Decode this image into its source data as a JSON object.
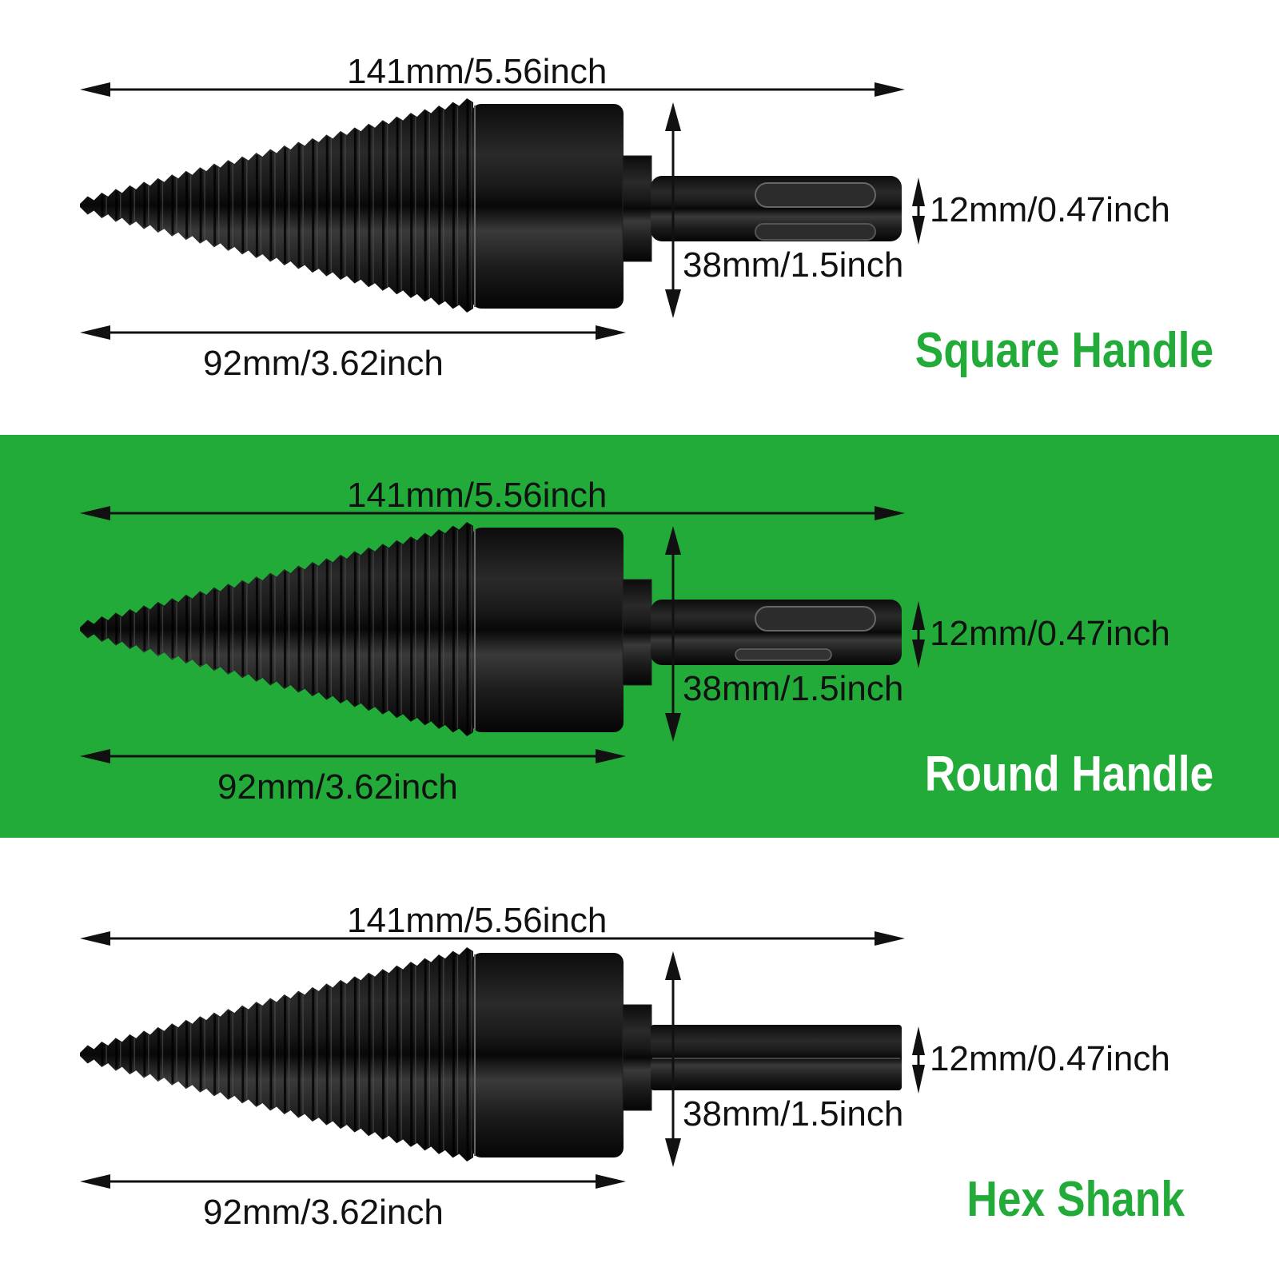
{
  "colors": {
    "accent": "#22ab38",
    "text": "#111111",
    "white": "#ffffff"
  },
  "panels": [
    {
      "title": "Square Handle",
      "title_color": "#22ab38",
      "shank": "square",
      "total_length": "141mm/5.56inch",
      "cone_length": "92mm/3.62inch",
      "body_diameter": "38mm/1.5inch",
      "shank_diameter": "12mm/0.47inch"
    },
    {
      "title": "Round Handle",
      "title_color": "#ffffff",
      "shank": "round",
      "total_length": "141mm/5.56inch",
      "cone_length": "92mm/3.62inch",
      "body_diameter": "38mm/1.5inch",
      "shank_diameter": "12mm/0.47inch"
    },
    {
      "title": "Hex Shank",
      "title_color": "#22ab38",
      "shank": "hex",
      "total_length": "141mm/5.56inch",
      "cone_length": "92mm/3.62inch",
      "body_diameter": "38mm/1.5inch",
      "shank_diameter": "12mm/0.47inch"
    }
  ]
}
